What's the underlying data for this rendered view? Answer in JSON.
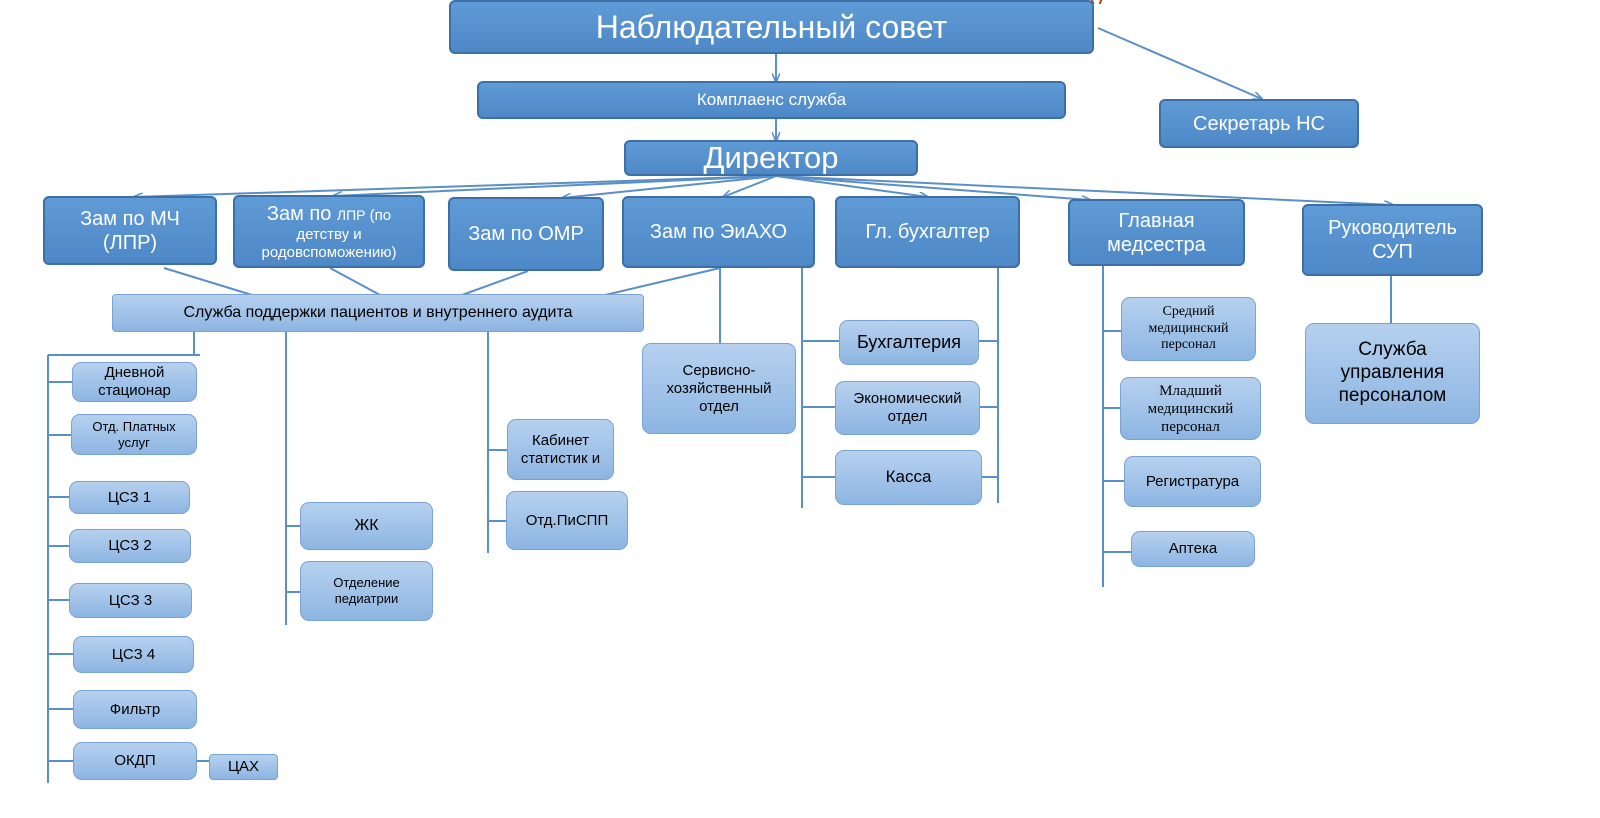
{
  "header_fragment": "у",
  "colors": {
    "primary_box": "#5b96d4",
    "secondary_box": "#a9c8ec",
    "line": "#5b8fc7",
    "title_fragment": "#b0532a"
  },
  "nodes": {
    "supervisory_board": "Наблюдательный совет",
    "compliance": "Комплаенс служба",
    "board_secretary": "Секретарь НС",
    "director": "Директор",
    "deputy_mch_main": "Зам по МЧ",
    "deputy_mch_sub": "(ЛПР)",
    "deputy_child_main": "Зам по ",
    "deputy_child_abbr": "ЛПР",
    "deputy_child_rest": " (по детству и родовспоможению)",
    "deputy_omr": "Зам по ОМР",
    "deputy_eiakho": "Зам по ЭиАХО",
    "chief_accountant": "Гл. бухгалтер",
    "head_nurse": "Главная медсестра",
    "head_sup": "Руководитель СУП",
    "patient_support": "Служба поддержки пациентов и внутреннего аудита",
    "day_hospital": "Дневной стационар",
    "paid_services": "Отд. Платных услуг",
    "csz1": "ЦСЗ 1",
    "csz2": "ЦСЗ 2",
    "csz3": "ЦСЗ 3",
    "csz4": "ЦСЗ 4",
    "filter": "Фильтр",
    "okdp": "ОКДП",
    "tsakh": "ЦАХ",
    "zhk": "ЖК",
    "pediatrics": "Отделение педиатрии",
    "statistics": "Кабинет статистик и",
    "otd_pispp": "Отд.ПиСПП",
    "service_dept": "Сервисно-хозяйственный отдел",
    "accounting": "Бухгалтерия",
    "economic_dept": "Экономический отдел",
    "cashier": "Касса",
    "middle_staff": "Средний медицинский персонал",
    "junior_staff": "Младший медицинский персонал",
    "registry": "Регистратура",
    "pharmacy": "Аптека",
    "hr_service": "Служба управления персоналом"
  }
}
